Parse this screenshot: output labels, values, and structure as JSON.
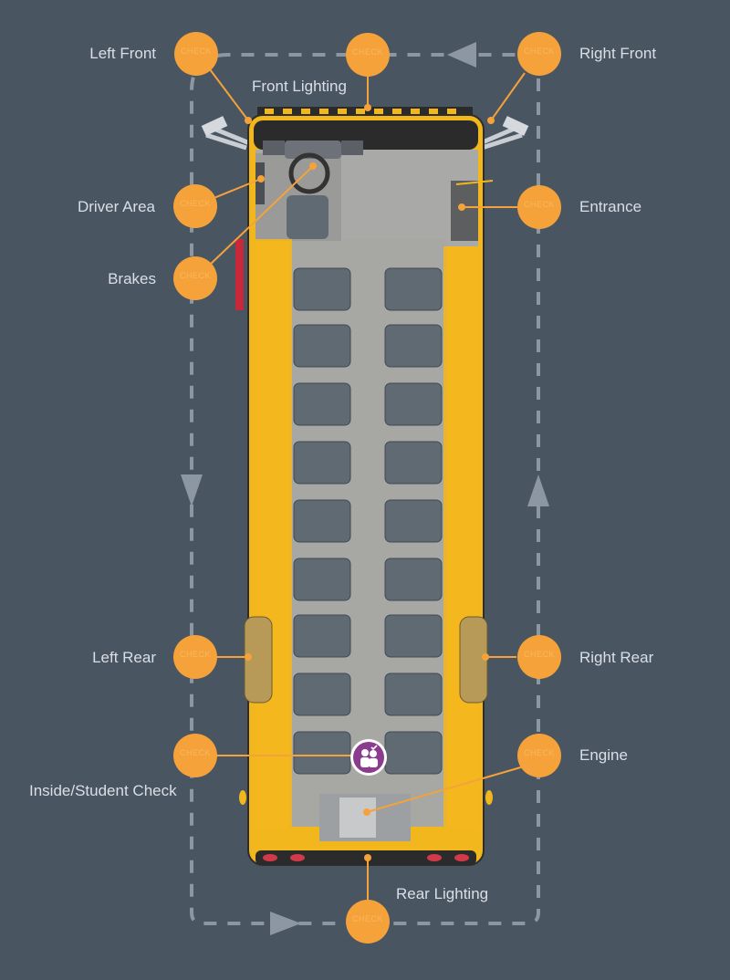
{
  "checkpoints": [
    {
      "id": "left-front",
      "label": "Left Front",
      "button_text": "CHECK"
    },
    {
      "id": "front-lighting",
      "label": "Front Lighting",
      "button_text": "CHECK"
    },
    {
      "id": "right-front",
      "label": "Right Front",
      "button_text": "CHECK"
    },
    {
      "id": "driver-area",
      "label": "Driver Area",
      "button_text": "CHECK"
    },
    {
      "id": "entrance",
      "label": "Entrance",
      "button_text": "CHECK"
    },
    {
      "id": "brakes",
      "label": "Brakes",
      "button_text": "CHECK"
    },
    {
      "id": "left-rear",
      "label": "Left Rear",
      "button_text": "CHECK"
    },
    {
      "id": "right-rear",
      "label": "Right Rear",
      "button_text": "CHECK"
    },
    {
      "id": "inside-student-check",
      "label": "Inside/Student Check",
      "button_text": "CHECK"
    },
    {
      "id": "engine",
      "label": "Engine",
      "button_text": "CHECK"
    },
    {
      "id": "rear-lighting",
      "label": "Rear Lighting",
      "button_text": "CHECK"
    }
  ],
  "colors": {
    "background": "#4a5562",
    "hotspot": "#f5a23a",
    "bus_body": "#f3b71e",
    "path": "#8c97a3",
    "badge": "#8c3c8e"
  }
}
